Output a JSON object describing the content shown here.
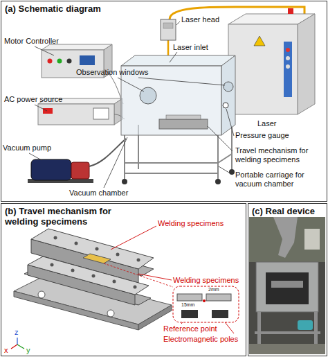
{
  "diagram": {
    "nodes": [
      {
        "text": [
          "(a) Schematic diagram"
        ]
      },
      {
        "text": [
          "(b) Travel mechanism for welding specimens"
        ]
      },
      {
        "text": [
          "(c) Real device"
        ]
      }
    ],
    "labels": [
      "Laser head",
      "Motor Controller",
      "Laser inlet",
      "Observation windows",
      "AC power source",
      "Laser",
      "Pressure gauge",
      "Travel mechanism for welding specimens",
      "Portable carriage for vacuum chamber",
      "Vacuum pump",
      "Vacuum chamber",
      "Welding specimens",
      "Welding specimens",
      "Reference point",
      "Electromagnetic poles",
      "2mm",
      "15mm",
      "z",
      "x",
      "y"
    ]
  }
}
